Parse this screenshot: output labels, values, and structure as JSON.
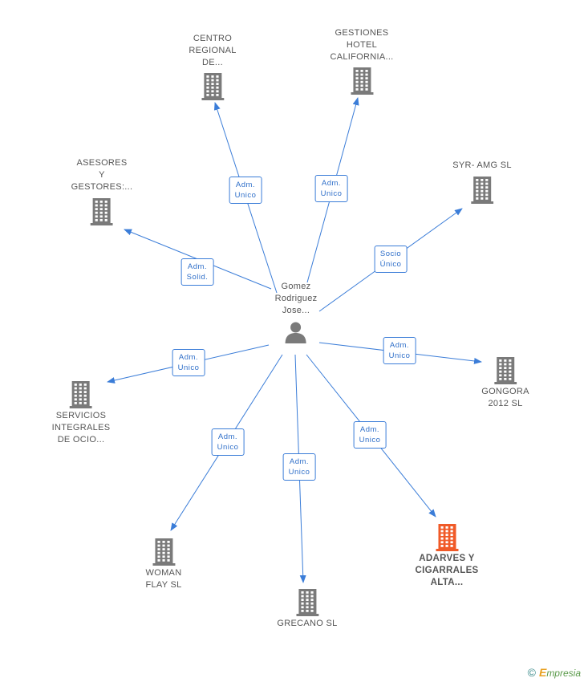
{
  "colors": {
    "edge": "#3b7dd8",
    "building": "#7a7a7a",
    "highlight_building": "#f05a28",
    "text": "#555555",
    "edge_text": "#2f6fc9"
  },
  "center": {
    "label_lines": [
      "Gomez",
      "Rodriguez",
      "Jose..."
    ],
    "icon": "person-icon"
  },
  "nodes": [
    {
      "id": "centro",
      "label_lines": [
        "CENTRO",
        "REGIONAL",
        "DE..."
      ],
      "label_pos": "above",
      "highlight": false,
      "icon": "building-icon"
    },
    {
      "id": "gestiones",
      "label_lines": [
        "GESTIONES",
        "HOTEL",
        "CALIFORNIA..."
      ],
      "label_pos": "above",
      "highlight": false,
      "icon": "building-icon"
    },
    {
      "id": "asesores",
      "label_lines": [
        "ASESORES",
        "Y",
        "GESTORES:..."
      ],
      "label_pos": "above",
      "highlight": false,
      "icon": "building-icon"
    },
    {
      "id": "syr",
      "label_lines": [
        "SYR- AMG SL"
      ],
      "label_pos": "above",
      "highlight": false,
      "icon": "building-icon"
    },
    {
      "id": "gongora",
      "label_lines": [
        "GONGORA",
        "2012 SL"
      ],
      "label_pos": "below",
      "highlight": false,
      "icon": "building-icon"
    },
    {
      "id": "servicios",
      "label_lines": [
        "SERVICIOS",
        "INTEGRALES",
        "DE OCIO..."
      ],
      "label_pos": "below",
      "highlight": false,
      "icon": "building-icon"
    },
    {
      "id": "woman",
      "label_lines": [
        "WOMAN",
        "FLAY SL"
      ],
      "label_pos": "below",
      "highlight": false,
      "icon": "building-icon"
    },
    {
      "id": "grecano",
      "label_lines": [
        "GRECANO SL"
      ],
      "label_pos": "below",
      "highlight": false,
      "icon": "building-icon"
    },
    {
      "id": "adarves",
      "label_lines": [
        "ADARVES Y",
        "CIGARRALES",
        "ALTA..."
      ],
      "label_pos": "below",
      "highlight": true,
      "icon": "building-icon"
    }
  ],
  "edges": [
    {
      "to": "centro",
      "label_lines": [
        "Adm.",
        "Unico"
      ]
    },
    {
      "to": "gestiones",
      "label_lines": [
        "Adm.",
        "Unico"
      ]
    },
    {
      "to": "asesores",
      "label_lines": [
        "Adm.",
        "Solid."
      ]
    },
    {
      "to": "syr",
      "label_lines": [
        "Socio",
        "Único"
      ]
    },
    {
      "to": "gongora",
      "label_lines": [
        "Adm.",
        "Unico"
      ]
    },
    {
      "to": "servicios",
      "label_lines": [
        "Adm.",
        "Unico"
      ]
    },
    {
      "to": "woman",
      "label_lines": [
        "Adm.",
        "Unico"
      ]
    },
    {
      "to": "grecano",
      "label_lines": [
        "Adm.",
        "Unico"
      ]
    },
    {
      "to": "adarves",
      "label_lines": [
        "Adm.",
        "Unico"
      ]
    }
  ],
  "watermark": {
    "copyright": "©",
    "brand_initial": "E",
    "brand_rest": "mpresia"
  }
}
